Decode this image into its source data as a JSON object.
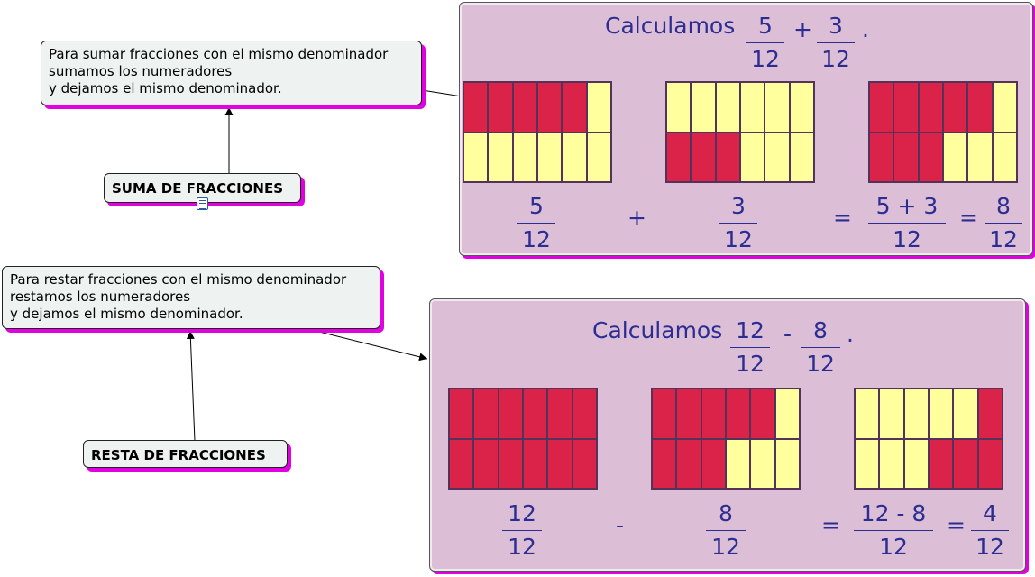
{
  "notes": {
    "suma": [
      "Para sumar fracciones con el mismo denominador",
      "sumamos los numeradores",
      "y dejamos el mismo denominador."
    ],
    "resta": [
      "Para restar fracciones con el mismo denominador",
      "restamos los numeradores",
      "y dejamos el mismo denominador."
    ]
  },
  "concepts": {
    "suma": "SUMA DE FRACCIONES",
    "resta": "RESTA DE FRACCIONES"
  },
  "suma_panel": {
    "title": "Calculamos",
    "title_a": {
      "num": "5",
      "den": "12"
    },
    "title_op": "+",
    "title_b": {
      "num": "3",
      "den": "12"
    },
    "title_end": ".",
    "grids": [
      [
        "r",
        "r",
        "r",
        "r",
        "r",
        "y",
        "y",
        "y",
        "y",
        "y",
        "y",
        "y"
      ],
      [
        "y",
        "y",
        "y",
        "y",
        "y",
        "y",
        "r",
        "r",
        "r",
        "y",
        "y",
        "y"
      ],
      [
        "r",
        "r",
        "r",
        "r",
        "r",
        "y",
        "r",
        "r",
        "r",
        "y",
        "y",
        "y"
      ]
    ],
    "f1": {
      "num": "5",
      "den": "12"
    },
    "op": "+",
    "f2": {
      "num": "3",
      "den": "12"
    },
    "eq1": "=",
    "f3": {
      "num": "5 + 3",
      "den": "12"
    },
    "eq2": "=",
    "f4": {
      "num": "8",
      "den": "12"
    }
  },
  "resta_panel": {
    "title": "Calculamos",
    "title_a": {
      "num": "12",
      "den": "12"
    },
    "title_op": "-",
    "title_b": {
      "num": "8",
      "den": "12"
    },
    "title_end": ".",
    "grids": [
      [
        "r",
        "r",
        "r",
        "r",
        "r",
        "r",
        "r",
        "r",
        "r",
        "r",
        "r",
        "r"
      ],
      [
        "r",
        "r",
        "r",
        "r",
        "r",
        "y",
        "r",
        "r",
        "r",
        "y",
        "y",
        "y"
      ],
      [
        "y",
        "y",
        "y",
        "y",
        "y",
        "r",
        "y",
        "y",
        "y",
        "r",
        "r",
        "r"
      ]
    ],
    "f1": {
      "num": "12",
      "den": "12"
    },
    "op": "-",
    "f2": {
      "num": "8",
      "den": "12"
    },
    "eq1": "=",
    "f3": {
      "num": "12 - 8",
      "den": "12"
    },
    "eq2": "=",
    "f4": {
      "num": "4",
      "den": "12"
    }
  },
  "colors": {
    "red": "#db2349",
    "yellow": "#ffff9e",
    "panel": "#dcbfd6",
    "shadow": "#e000e0",
    "ink": "#2b2d92"
  },
  "icons": {
    "resource": "document-icon"
  }
}
